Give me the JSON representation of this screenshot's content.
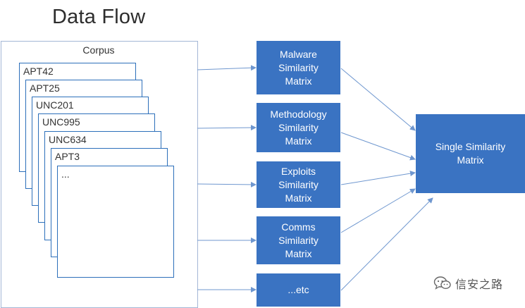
{
  "title": "Data Flow",
  "corpus": {
    "label": "Corpus",
    "documents": [
      "APT42",
      "APT25",
      "UNC201",
      "UNC995",
      "UNC634",
      "APT3",
      "..."
    ]
  },
  "similarity_matrices": [
    {
      "lines": [
        "Malware",
        "Similarity",
        "Matrix"
      ]
    },
    {
      "lines": [
        "Methodology",
        "Similarity",
        "Matrix"
      ]
    },
    {
      "lines": [
        "Exploits",
        "Similarity",
        "Matrix"
      ]
    },
    {
      "lines": [
        "Comms",
        "Similarity",
        "Matrix"
      ]
    },
    {
      "lines": [
        "...etc"
      ]
    }
  ],
  "output": {
    "lines": [
      "Single Similarity",
      "Matrix"
    ]
  },
  "watermark": {
    "text": "信安之路",
    "icon": "wechat-bubble-icon"
  },
  "colors": {
    "box_fill": "#3a73c2",
    "document_border": "#2c6fba",
    "corpus_border": "#a4b7d6",
    "arrow": "#6f97cf"
  }
}
